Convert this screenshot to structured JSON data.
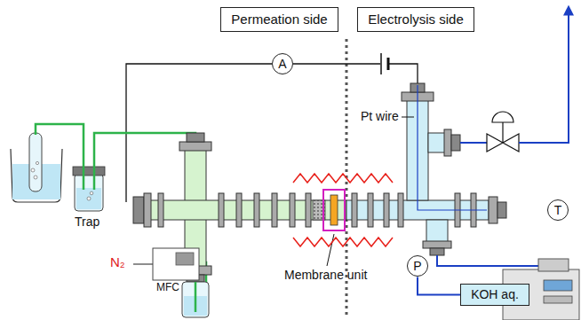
{
  "diagram": {
    "nodes": [
      {
        "text": [
          "Permeation side"
        ]
      },
      {
        "text": [
          "Electrolysis side"
        ]
      },
      {
        "text": [
          "A"
        ]
      },
      {
        "text": [
          "T"
        ]
      },
      {
        "text": [
          "P"
        ]
      },
      {
        "text": [
          "KOH aq."
        ]
      }
    ],
    "edges": [
      {
        "from": 4,
        "to": 5,
        "arrow": "none"
      }
    ],
    "labels": [
      "Trap",
      "Pt wire",
      "Membrane unit",
      "MFC",
      "N₂"
    ]
  }
}
